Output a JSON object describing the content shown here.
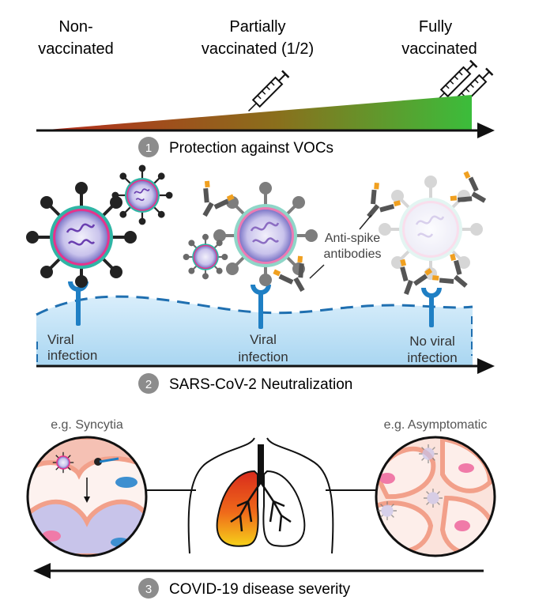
{
  "stages": {
    "non_vaccinated": [
      "Non-",
      "vaccinated"
    ],
    "partial": [
      "Partially",
      "vaccinated (1/2)"
    ],
    "full": [
      "Fully",
      "vaccinated"
    ]
  },
  "section1": {
    "number": "1",
    "title": "Protection against VOCs"
  },
  "section2": {
    "number": "2",
    "title": "SARS-CoV-2 Neutralization",
    "antibody_label": [
      "Anti-spike",
      "antibodies"
    ],
    "outcomes": [
      [
        "Viral",
        "infection"
      ],
      [
        "Viral",
        "infection"
      ],
      [
        "No viral",
        "infection"
      ]
    ]
  },
  "section3": {
    "number": "3",
    "title": "COVID-19 disease severity",
    "left_example": "e.g. Syncytia",
    "right_example": "e.g. Asymptomatic"
  },
  "colors": {
    "gradient_start": "#a8281e",
    "gradient_mid": "#8a7a1e",
    "gradient_end": "#3cb43c",
    "circle_badge": "#8c8c8c",
    "virus_dark": "#222222",
    "virus_pink": "#e6338c",
    "virus_teal": "#2fb5a5",
    "membrane": "#cfe8f7",
    "receptor": "#1f7fc4",
    "antibody_orange": "#f0a020",
    "antibody_grey": "#555555",
    "lung_red": "#e8401c",
    "lung_yellow": "#f6d21a",
    "cell_salmon": "#f2a08a"
  }
}
